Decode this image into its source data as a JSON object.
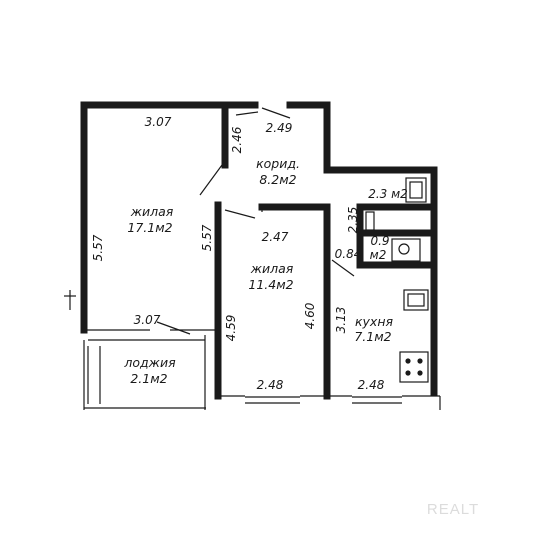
{
  "rooms": {
    "living1": {
      "name": "жилая",
      "area": "17.1м2"
    },
    "corridor": {
      "name": "корид.",
      "area": "8.2м2"
    },
    "living2": {
      "name": "жилая",
      "area": "11.4м2"
    },
    "kitchen": {
      "name": "кухня",
      "area": "7.1м2"
    },
    "loggia": {
      "name": "лоджия",
      "area": "2.1м2"
    },
    "bath": {
      "area": "2.3 м2"
    },
    "wc": {
      "size": "0.9",
      "area": "м2"
    }
  },
  "dimensions": {
    "living1_top": "3.07",
    "living1_left": "5.57",
    "living1_right": "5.57",
    "living1_bottom": "3.07",
    "corridor_vert": "2.46",
    "corridor_top": "2.49",
    "living2_top": "2.47",
    "living2_left": "4.59",
    "living2_right": "4.60",
    "living2_bottom": "2.48",
    "bath_side": "2.35",
    "wc_side": "0.84",
    "kitchen_side": "3.13",
    "kitchen_bottom": "2.48"
  },
  "watermark": "REALT"
}
